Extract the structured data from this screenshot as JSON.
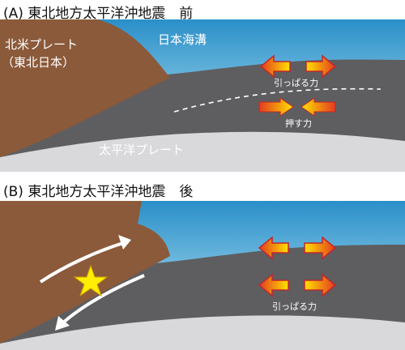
{
  "panel_a": {
    "title": "(A) 東北地方太平洋沖地震　前",
    "labels": {
      "north_american_plate_line1": "北米プレート",
      "north_american_plate_line2": "（東北日本）",
      "japan_trench": "日本海溝",
      "pulling_force": "引っぱる力",
      "pushing_force": "押す力",
      "pacific_plate": "太平洋プレート"
    }
  },
  "panel_b": {
    "title": "(B) 東北地方太平洋沖地震　後",
    "labels": {
      "pulling_force": "引っぱる力"
    }
  },
  "colors": {
    "sea_top": "#2a8fc9",
    "sea_bottom": "#bfe0f0",
    "continental_plate": "#8b5a3a",
    "oceanic_plate": "#5e5e60",
    "mantle": "#d8d8da",
    "arrow_outer": "#c1272d",
    "arrow_inner": "#ffd200"
  },
  "icons": [
    "pull-arrow-icon",
    "push-arrow-icon",
    "epicenter-star-icon",
    "motion-arrow-icon"
  ]
}
